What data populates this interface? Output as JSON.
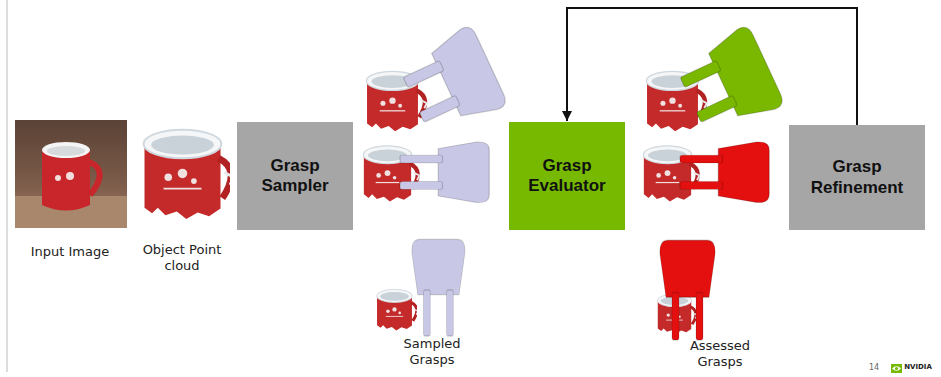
{
  "diagram": {
    "nodes": [
      {
        "text": [
          "Grasp Sampler"
        ]
      },
      {
        "text": [
          "Grasp Evaluator"
        ]
      },
      {
        "text": [
          "Grasp Refinement"
        ]
      }
    ],
    "edges": [
      {
        "from": 2,
        "to": 1,
        "arrow": "to"
      }
    ],
    "labels": [
      "Input Image",
      "Object Point cloud",
      "Sampled Grasps",
      "Assessed Grasps",
      "14",
      "NVIDIA"
    ]
  }
}
